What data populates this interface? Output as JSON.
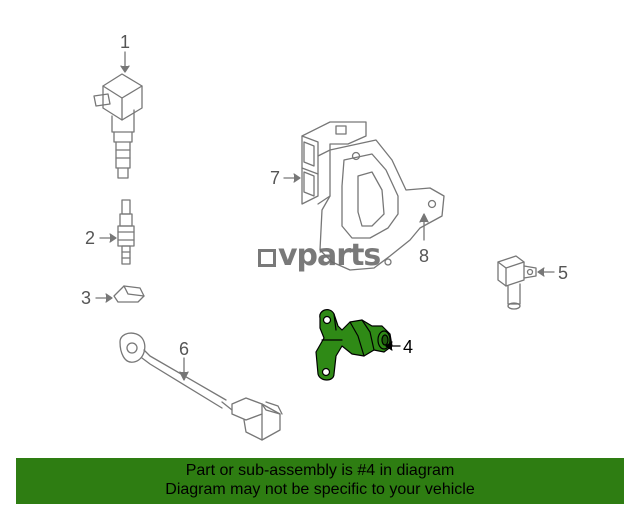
{
  "callouts": {
    "c1": "1",
    "c2": "2",
    "c3": "3",
    "c4": "4",
    "c5": "5",
    "c6": "6",
    "c7": "7",
    "c8": "8"
  },
  "watermark": "vparts",
  "banner": {
    "line1": "Part or sub-assembly is #4 in diagram",
    "line2": "Diagram may not be specific to your vehicle"
  },
  "colors": {
    "banner": "#2e7d12",
    "highlight_part": "#2f8a16",
    "line_art": "#777777"
  }
}
